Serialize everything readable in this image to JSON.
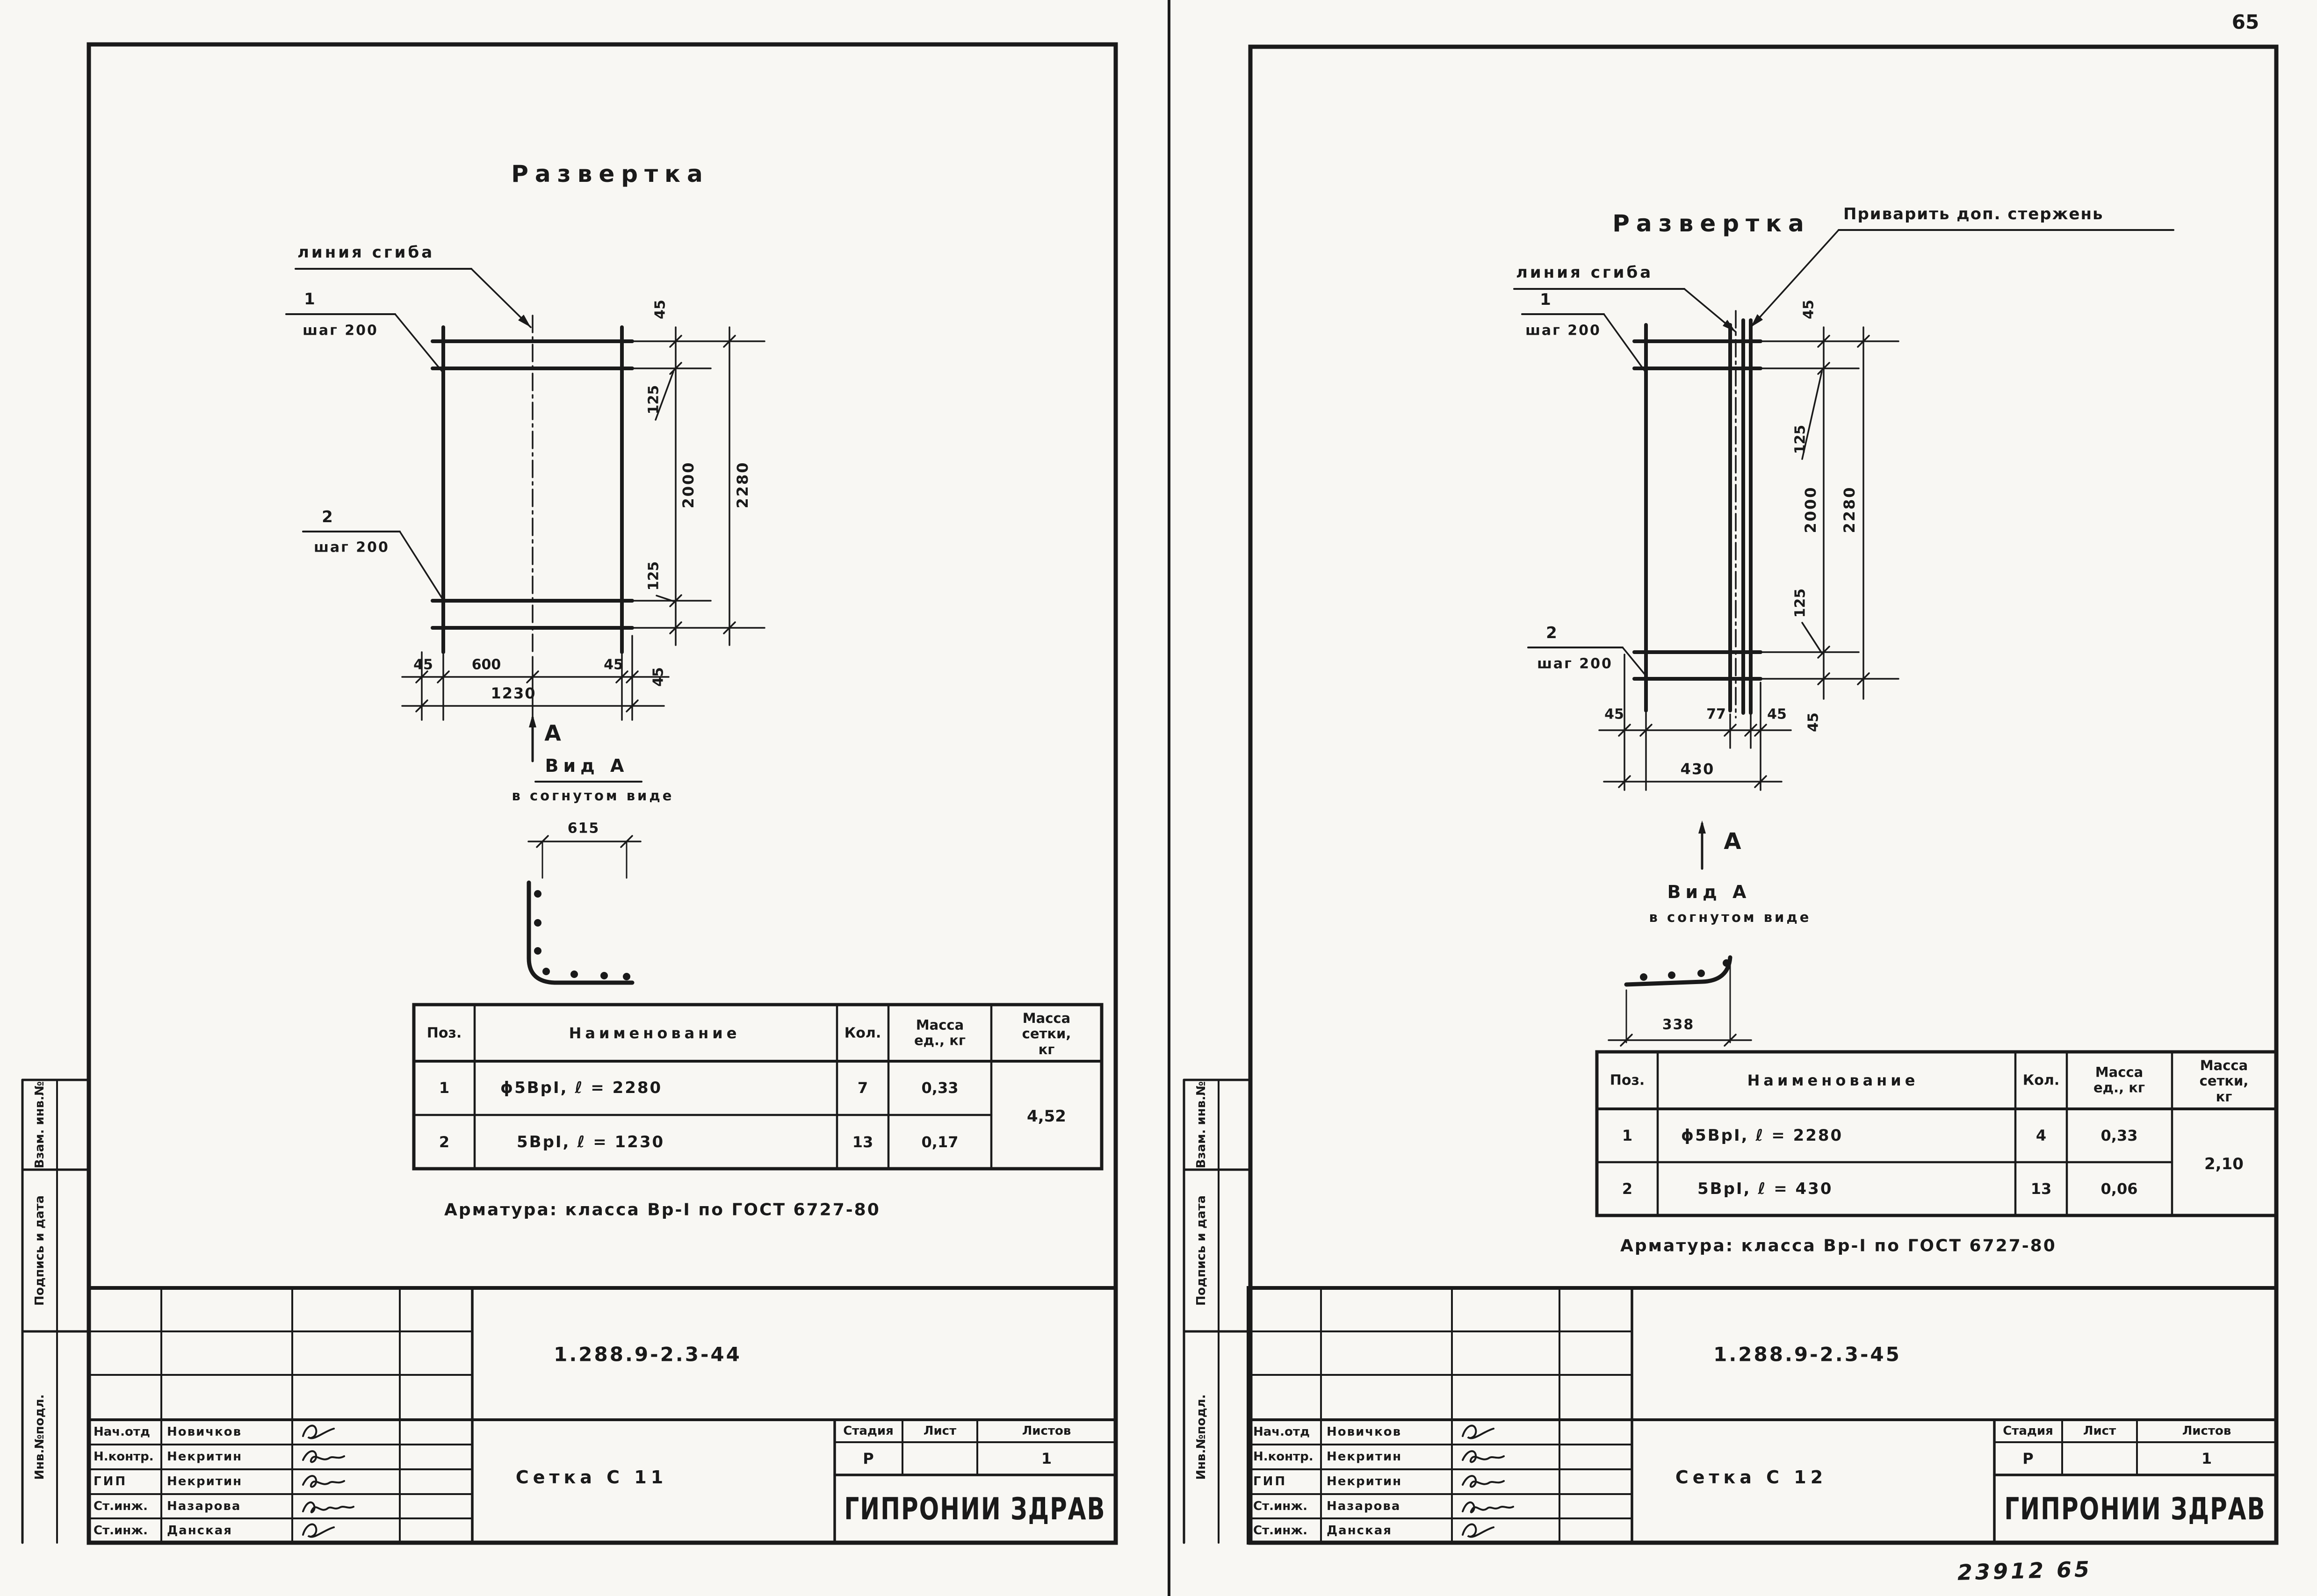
{
  "page": {
    "number": "65",
    "stamp": "23912  65",
    "ink_color": "#1a1a1a",
    "paper_color": "#f8f7f3"
  },
  "sheets": {
    "left": {
      "view_title": "Развертка",
      "fold_label": "линия сгиба",
      "callout_top": {
        "num": "1",
        "label": "шаг 200"
      },
      "callout_bottom": {
        "num": "2",
        "label": "шаг 200"
      },
      "dims": {
        "edge": "45",
        "gap_top": "125",
        "inner": "2000",
        "overall": "2280",
        "gap_bottom": "125",
        "bottom": [
          "45",
          "600",
          "45"
        ],
        "bottom_rot": "45",
        "width_total": "1230",
        "bent_width": "615"
      },
      "section": {
        "marker": "А",
        "title": "Вид А",
        "subtitle": "в согнутом виде"
      },
      "table": {
        "headers": [
          "Поз.",
          "Наименование",
          "Кол.",
          "Масса\nед., кг",
          "Масса\nсетки,\nкг"
        ],
        "rows": [
          [
            "1",
            "ϕ5ВрI, ℓ = 2280",
            "7",
            "0,33"
          ],
          [
            "2",
            "5ВрI, ℓ = 1230",
            "13",
            "0,17"
          ]
        ],
        "total": "4,52"
      },
      "note": "Арматура: класса Вр-I по ГОСТ 6727-80",
      "title_block": {
        "doc": "1.288.9-2.3-44",
        "name": "Сетка С 11",
        "org": "ГИПРОНИИ ЗДРАВ",
        "stage_label": "Стадия",
        "sheet_label": "Лист",
        "sheets_label": "Листов",
        "stage": "Р",
        "sheets_count": "1",
        "rows": [
          {
            "role": "Нач.отд",
            "person": "Новичков"
          },
          {
            "role": "Н.контр.",
            "person": "Некритин"
          },
          {
            "role": "ГИП",
            "person": "Некритин"
          },
          {
            "role": "Ст.инж.",
            "person": "Назарова"
          },
          {
            "role": "Ст.инж.",
            "person": "Данская"
          }
        ]
      },
      "margin": [
        "Инв.№подл.",
        "Подпись и дата",
        "Взам. инв.№"
      ]
    },
    "right": {
      "view_title": "Развертка",
      "weld_note": "Приварить доп. стержень",
      "fold_label": "линия сгиба",
      "callout_top": {
        "num": "1",
        "label": "шаг 200"
      },
      "callout_bottom": {
        "num": "2",
        "label": "шаг 200"
      },
      "dims": {
        "edge": "45",
        "gap_top": "125",
        "inner": "2000",
        "overall": "2280",
        "gap_bottom": "125",
        "bottom": [
          "45",
          "77",
          "45"
        ],
        "bottom_rot": "45",
        "width_total": "430",
        "bent_width": "338"
      },
      "section": {
        "marker": "А",
        "title": "Вид А",
        "subtitle": "в согнутом виде"
      },
      "table": {
        "headers": [
          "Поз.",
          "Наименование",
          "Кол.",
          "Масса\nед., кг",
          "Масса\nсетки,\nкг"
        ],
        "rows": [
          [
            "1",
            "ϕ5ВрI, ℓ = 2280",
            "4",
            "0,33"
          ],
          [
            "2",
            "5ВрI, ℓ = 430",
            "13",
            "0,06"
          ]
        ],
        "total": "2,10"
      },
      "note": "Арматура: класса Вр-I по ГОСТ 6727-80",
      "title_block": {
        "doc": "1.288.9-2.3-45",
        "name": "Сетка С 12",
        "org": "ГИПРОНИИ ЗДРАВ",
        "stage_label": "Стадия",
        "sheet_label": "Лист",
        "sheets_label": "Листов",
        "stage": "Р",
        "sheets_count": "1",
        "rows": [
          {
            "role": "Нач.отд",
            "person": "Новичков"
          },
          {
            "role": "Н.контр.",
            "person": "Некритин"
          },
          {
            "role": "ГИП",
            "person": "Некритин"
          },
          {
            "role": "Ст.инж.",
            "person": "Назарова"
          },
          {
            "role": "Ст.инж.",
            "person": "Данская"
          }
        ]
      },
      "margin": [
        "Инв.№подл.",
        "Подпись и дата",
        "Взам. инв.№"
      ]
    }
  }
}
